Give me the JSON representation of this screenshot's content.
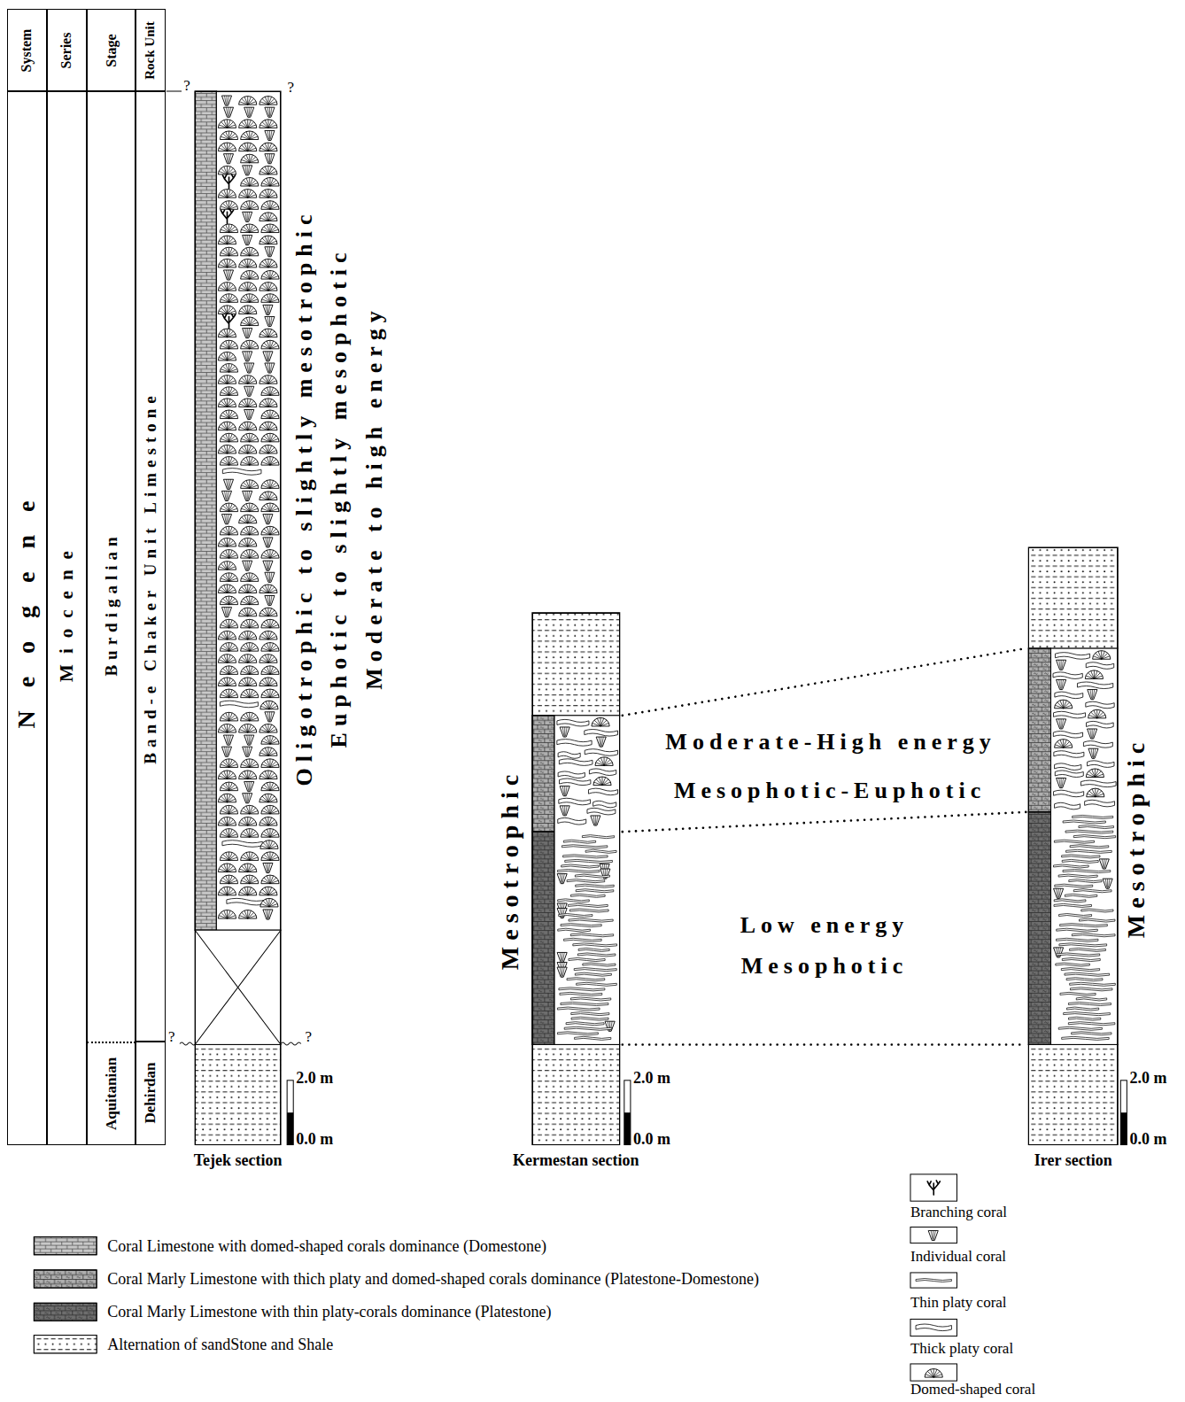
{
  "diagram": {
    "nodes": [
      {
        "text": [
          "System"
        ]
      },
      {
        "text": [
          "Series"
        ]
      },
      {
        "text": [
          "Stage"
        ]
      },
      {
        "text": [
          "Rock Unit"
        ]
      },
      {
        "text": [
          "Neogene"
        ]
      },
      {
        "text": [
          "Miocene"
        ]
      },
      {
        "text": [
          "Burdigalian"
        ]
      },
      {
        "text": [
          "Aquitanian"
        ]
      },
      {
        "text": [
          "Band-e Chaker Unit Limestone"
        ]
      },
      {
        "text": [
          "Dehirdan"
        ]
      },
      {
        "text": [
          "Tejek section"
        ]
      },
      {
        "text": [
          "Kermestan section"
        ]
      },
      {
        "text": [
          "Irer section"
        ]
      }
    ],
    "edges": [
      {
        "from": 11,
        "to": 12,
        "arrow": "none"
      },
      {
        "from": 11,
        "to": 12,
        "arrow": "none"
      },
      {
        "from": 11,
        "to": 12,
        "arrow": "none"
      }
    ],
    "labels": [
      "?",
      "?",
      "?",
      "?",
      "Oligotrophic to slightly mesotrophic",
      "Euphotic to slightly mesophotic",
      "Moderate to high energy",
      "2.0 m",
      "0.0 m",
      "Mesotrophic",
      "Moderate-High energy",
      "Mesophotic-Euphotic",
      "Low energy",
      "Mesophotic",
      "2.0 m",
      "0.0 m",
      "Mesotrophic",
      "2.0 m",
      "0.0 m"
    ],
    "legend": [
      {
        "text": "Coral Limestone with domed-shaped corals dominance (Domestone)",
        "color": "#c8c8c8"
      },
      {
        "text": "Coral Marly Limestone with thich platy and domed-shaped corals dominance (Platestone-Domestone)",
        "color": "#b0b0b0"
      },
      {
        "text": "Coral Marly Limestone with thin platy-corals dominance (Platestone)",
        "color": "#6e6e6e"
      },
      {
        "text": "Alternation of sandStone and Shale"
      },
      {
        "text": "Branching coral"
      },
      {
        "text": "Individual coral"
      },
      {
        "text": "Thin platy coral"
      },
      {
        "text": "Thick platy coral"
      },
      {
        "text": "Domed-shaped coral"
      }
    ]
  }
}
